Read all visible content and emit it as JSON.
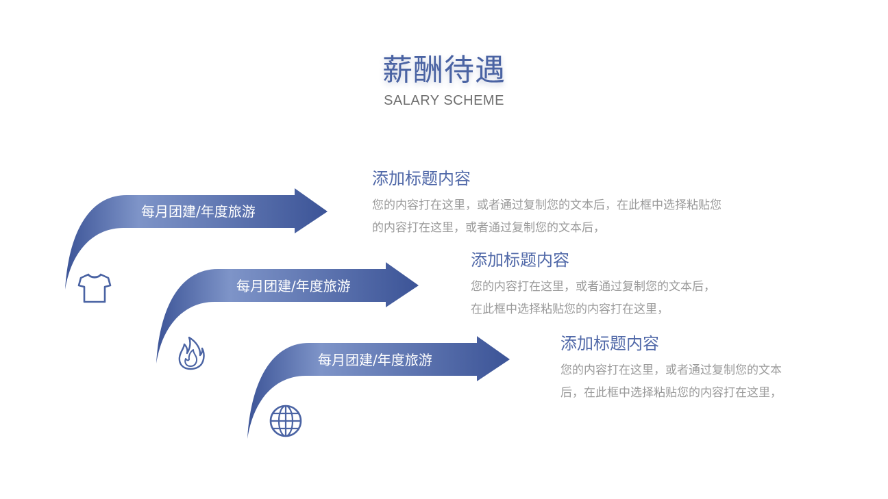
{
  "header": {
    "title": "薪酬待遇",
    "subtitle": "SALARY SCHEME"
  },
  "colors": {
    "accent_dark": "#3c5497",
    "accent_light": "#7e94c8",
    "title": "#4a63a3",
    "body_text": "#9a9a9a"
  },
  "items": [
    {
      "arrow_label": "每月团建/年度旅游",
      "icon": "tshirt-icon",
      "heading": "添加标题内容",
      "desc_line1": "您的内容打在这里，或者通过复制您的文本后，在此框中选择粘贴您",
      "desc_line2": "的内容打在这里，或者通过复制您的文本后，"
    },
    {
      "arrow_label": "每月团建/年度旅游",
      "icon": "flame-icon",
      "heading": "添加标题内容",
      "desc_line1": "您的内容打在这里，或者通过复制您的文本后，",
      "desc_line2": "在此框中选择粘贴您的内容打在这里，"
    },
    {
      "arrow_label": "每月团建/年度旅游",
      "icon": "globe-icon",
      "heading": "添加标题内容",
      "desc_line1": "您的内容打在这里，或者通过复制您的文本",
      "desc_line2": "后，在此框中选择粘贴您的内容打在这里，"
    }
  ]
}
